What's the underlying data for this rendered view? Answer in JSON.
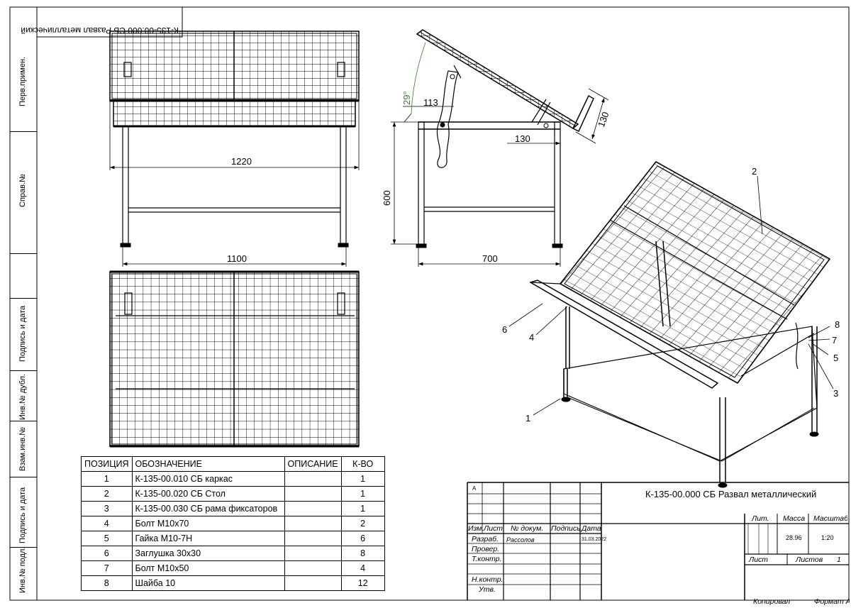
{
  "sheet": {
    "mirrored_title": "К-135-00.000 СБ Развал металлический",
    "side_strip": [
      "Перв.примен.",
      "Справ.№",
      "Подпись и дата",
      "Инв.№ дубл.",
      "Взам.инв.№",
      "Подпись и дата",
      "Инв.№ подл."
    ]
  },
  "dimensions": {
    "width_top": "1220",
    "width_bottom": "1100",
    "height": "600",
    "depth": "700",
    "angle": "29°",
    "d113": "113",
    "d130a": "130",
    "d130b": "130"
  },
  "callouts": [
    "1",
    "2",
    "3",
    "4",
    "5",
    "6",
    "7",
    "8"
  ],
  "spec_table": {
    "headers": [
      "ПОЗИЦИЯ",
      "ОБОЗНАЧЕНИЕ",
      "ОПИСАНИЕ",
      "К-ВО"
    ],
    "rows": [
      {
        "pos": "1",
        "name": "К-135-00.010 СБ каркас",
        "desc": "",
        "qty": "1"
      },
      {
        "pos": "2",
        "name": "К-135-00.020 СБ Стол",
        "desc": "",
        "qty": "1"
      },
      {
        "pos": "3",
        "name": "К-135-00.030 СБ рама фиксаторов",
        "desc": "",
        "qty": "1"
      },
      {
        "pos": "4",
        "name": "Болт М10х70",
        "desc": "",
        "qty": "2"
      },
      {
        "pos": "5",
        "name": "Гайка М10-7Н",
        "desc": "",
        "qty": "6"
      },
      {
        "pos": "6",
        "name": "Заглушка 30х30",
        "desc": "",
        "qty": "8"
      },
      {
        "pos": "7",
        "name": "Болт М10х50",
        "desc": "",
        "qty": "4"
      },
      {
        "pos": "8",
        "name": "Шайба 10",
        "desc": "",
        "qty": "12"
      }
    ]
  },
  "title_block": {
    "letter_a": "А",
    "designation": "К-135-00.000 СБ Развал металлический",
    "izm": "Изм.",
    "list": "Лист",
    "doc": "№ докум.",
    "sign": "Подпись",
    "date": "Дата",
    "razrab": "Разраб.",
    "razrab_name": "Рассолов",
    "razrab_date": "31.03.2022",
    "prover": "Провер.",
    "tkontr": "Т.контр.",
    "nkontr": "Н.контр.",
    "utv": "Утв.",
    "lit": "Лит.",
    "massa": "Масса",
    "masshtab": "Масштаб",
    "massa_val": "28.96",
    "scale_val": "1:20",
    "sheet": "Лист",
    "sheets": "Листов",
    "sheets_val": "1",
    "kopiroval": "Копировал",
    "format": "Формат А"
  }
}
